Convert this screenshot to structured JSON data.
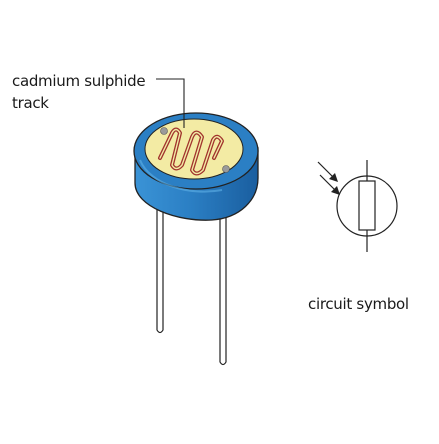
{
  "labels": {
    "track_line1": "cadmium sulphide",
    "track_line2": "track",
    "symbol": "circuit symbol"
  },
  "colors": {
    "body_blue": "#2b7fc4",
    "body_blue_dark": "#1e64a6",
    "body_blue_light": "#4aa0dc",
    "face_cream": "#f3eba4",
    "track_red": "#a1332d",
    "lead_white": "#ffffff",
    "outline": "#222222",
    "pad_grey": "#9a9a9a"
  },
  "icons": {
    "light_arrows": "incident-light-arrows-icon"
  }
}
